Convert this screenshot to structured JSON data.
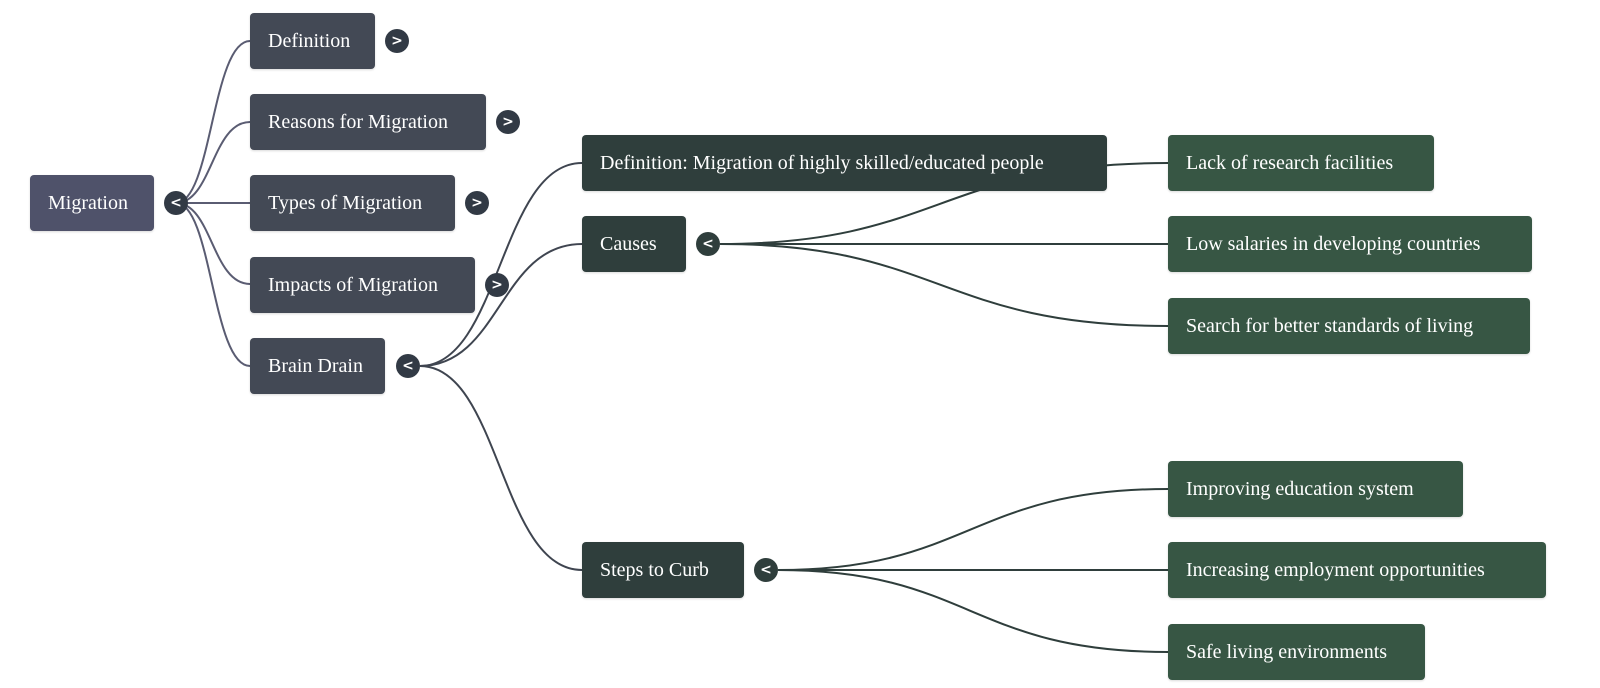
{
  "mindmap": {
    "root": {
      "label": "Migration",
      "toggle": "<"
    },
    "branches": [
      {
        "label": "Definition",
        "toggle": ">"
      },
      {
        "label": "Reasons for Migration",
        "toggle": ">"
      },
      {
        "label": "Types of Migration",
        "toggle": ">"
      },
      {
        "label": "Impacts of Migration",
        "toggle": ">"
      },
      {
        "label": "Brain Drain",
        "toggle": "<"
      }
    ],
    "brain_drain": {
      "definition": "Definition: Migration of highly skilled/educated people",
      "causes": {
        "label": "Causes",
        "toggle": "<",
        "items": [
          "Lack of research facilities",
          "Low salaries in developing countries",
          "Search for better standards of living"
        ]
      },
      "steps": {
        "label": "Steps to Curb",
        "toggle": "<",
        "items": [
          "Improving education system",
          "Increasing employment opportunities",
          "Safe living environments"
        ]
      }
    }
  },
  "colors": {
    "root": "#4f526a",
    "branch": "#434955",
    "sub_branch": "#2f3e3c",
    "leaf": "#375644",
    "connector_root": "#5a5c72",
    "connector_branch": "#3f4550",
    "connector_leaf": "#2f3e3c"
  }
}
